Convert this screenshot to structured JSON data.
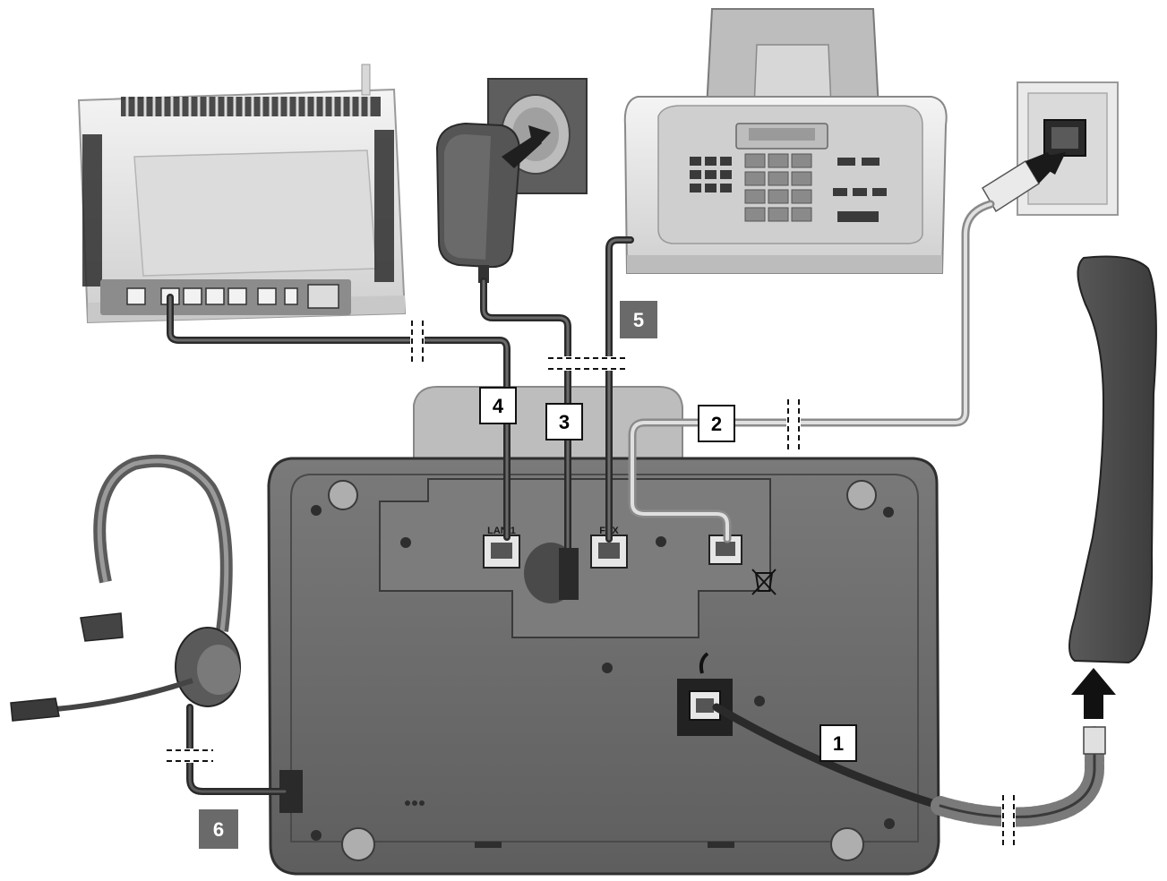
{
  "callouts": {
    "c1": {
      "label": "1",
      "style": "outlined"
    },
    "c2": {
      "label": "2",
      "style": "outlined"
    },
    "c3": {
      "label": "3",
      "style": "outlined"
    },
    "c4": {
      "label": "4",
      "style": "outlined"
    },
    "c5": {
      "label": "5",
      "style": "filled"
    },
    "c6": {
      "label": "6",
      "style": "filled"
    }
  },
  "port_labels": {
    "lan1": "LAN 1",
    "fax": "FAX"
  },
  "colors": {
    "device_light": "#e6e6e6",
    "device_mid": "#bdbdbd",
    "base_dark": "#6d6d6d",
    "base_darker": "#555555",
    "cable_dark": "#3a3a3a",
    "cable_light": "#d2d2d2",
    "callout_fill": "#6a6a6a",
    "callout_text_light": "#ffffff",
    "callout_text_dark": "#000000",
    "outline": "#222222"
  },
  "icons": [
    "router-icon",
    "power-adapter-icon",
    "wall-socket-icon",
    "fax-machine-icon",
    "phone-wall-jack-icon",
    "telephone-handset-icon",
    "headset-icon",
    "desk-phone-base-icon",
    "arrow-up-icon",
    "recycle-bin-icon",
    "handset-symbol-icon"
  ]
}
